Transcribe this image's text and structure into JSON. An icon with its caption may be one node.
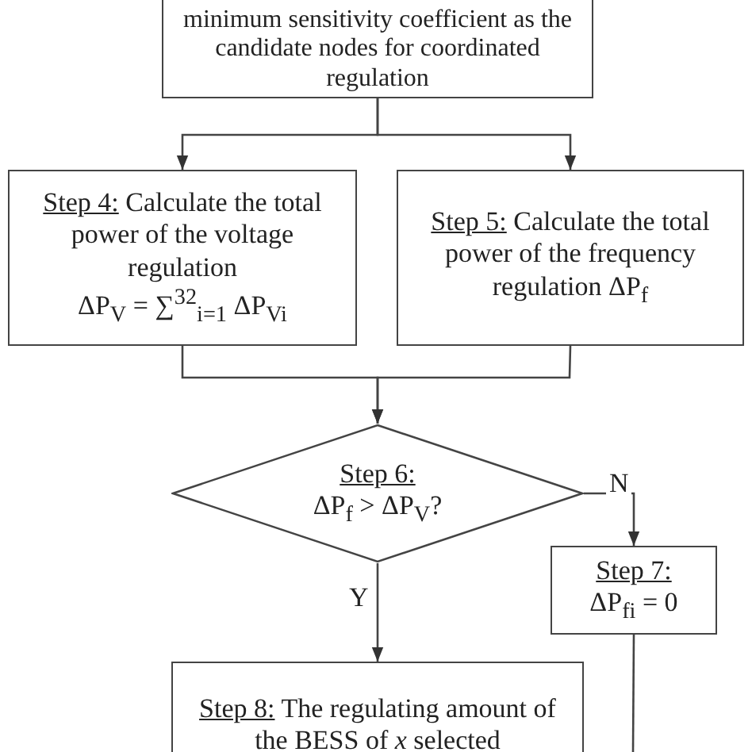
{
  "diagram": {
    "nodes": [
      {
        "text": [
          "minimum sensitivity coefficient as the candidate nodes for coordinated regulation"
        ]
      },
      {
        "text": [
          "Step 4:",
          "Calculate the total power of the voltage regulation",
          "ΔP$_{V}$ = ∑$^{32}$$_{i=1}$ ΔP$_{Vi}$"
        ]
      },
      {
        "text": [
          "Step 5:",
          "Calculate the total power of the frequency regulation ΔP$_{f}$"
        ]
      },
      {
        "text": [
          "Step 6:",
          "ΔP$_{f}$ > ΔP$_{V}$?"
        ]
      },
      {
        "text": [
          "Step 7:",
          "ΔP$_{fi}$ = 0"
        ]
      },
      {
        "text": [
          "Step 8:",
          "The regulating amount of the BESS of *x* selected"
        ]
      }
    ],
    "edges": [
      {
        "from": 0,
        "to": 1,
        "arrow": "to"
      },
      {
        "from": 0,
        "to": 2,
        "arrow": "to"
      },
      {
        "from": 1,
        "to": 3,
        "arrow": "to"
      },
      {
        "from": 2,
        "to": 3,
        "arrow": "to"
      },
      {
        "from": 3,
        "to": 4,
        "label": "N",
        "arrow": "to"
      },
      {
        "from": 3,
        "to": 5,
        "label": "Y",
        "arrow": "to"
      },
      {
        "from": 4,
        "to": null,
        "arrow": "none"
      }
    ]
  }
}
